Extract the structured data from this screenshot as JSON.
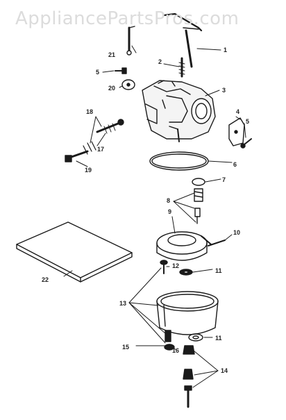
{
  "watermark": "AppliancePartsPros.com",
  "callouts": {
    "c1": "1",
    "c2": "2",
    "c3": "3",
    "c4": "4",
    "c5a": "5",
    "c5b": "5",
    "c6": "6",
    "c7": "7",
    "c8": "8",
    "c9": "9",
    "c10": "10",
    "c11a": "11",
    "c11b": "11",
    "c12": "12",
    "c13": "13",
    "c14": "14",
    "c15": "15",
    "c16": "16",
    "c17": "17",
    "c18": "18",
    "c19": "19",
    "c20": "20",
    "c21": "21",
    "c22": "22"
  }
}
